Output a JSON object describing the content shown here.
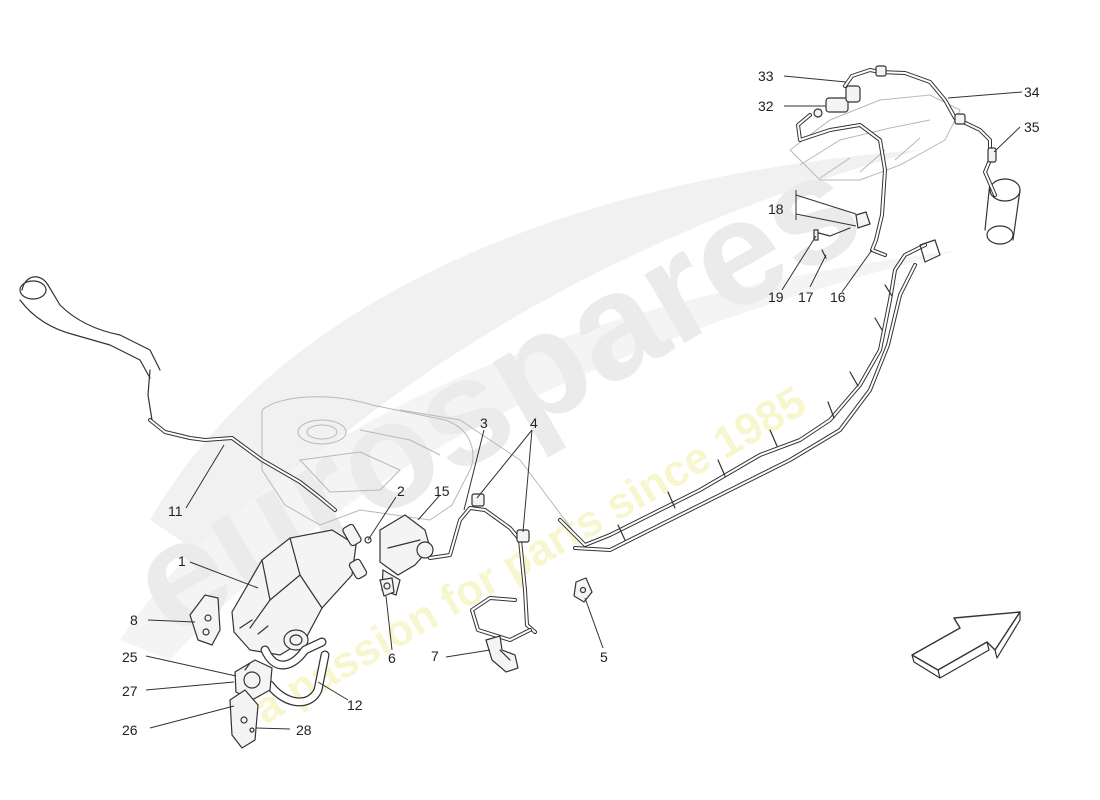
{
  "watermark": {
    "brand": "eurospares",
    "tagline": "a passion for parts since 1985"
  },
  "parts": {
    "p1": "1",
    "p2": "2",
    "p3": "3",
    "p4": "4",
    "p5": "5",
    "p6": "6",
    "p7": "7",
    "p8": "8",
    "p11": "11",
    "p12": "12",
    "p15": "15",
    "p16": "16",
    "p17": "17",
    "p18": "18",
    "p19": "19",
    "p25": "25",
    "p26": "26",
    "p27": "27",
    "p28": "28",
    "p32": "32",
    "p33": "33",
    "p34": "34",
    "p35": "35"
  },
  "colors": {
    "line": "#333333",
    "watermark_gray": "#d6d6d6",
    "watermark_yellow": "#f3f2a0"
  },
  "icons": {
    "direction": "arrow-icon"
  }
}
